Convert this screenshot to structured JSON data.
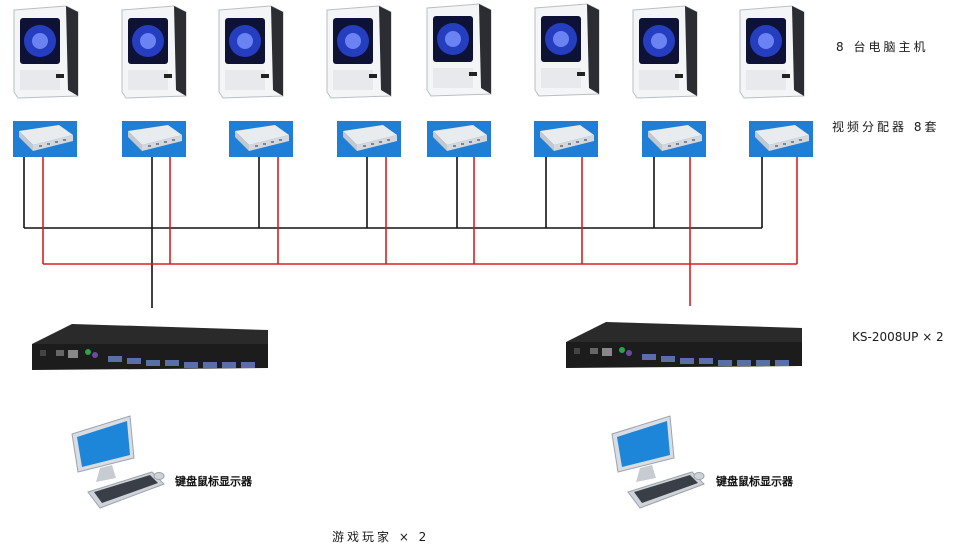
{
  "labels": {
    "computers": "8 台电脑主机",
    "splitters": "视频分配器 8套",
    "kvm": "KS-2008UP ×  2",
    "station_left": "键盘鼠标显示器",
    "station_right": "键盘鼠标显示器",
    "players": "游戏玩家 ×  2"
  },
  "counts": {
    "computers": 8,
    "splitters": 8,
    "kvm_switches": 2,
    "stations": 2
  },
  "colors": {
    "wire_black": "#111111",
    "wire_red": "#d81e1e",
    "splitter_blue": "#1f7fd6",
    "pc_glow": "#2a46d8",
    "kvm_body": "#1c1c1c",
    "monitor_screen": "#1d86d8"
  },
  "icons": {
    "computer": "pc-tower-icon",
    "splitter": "video-splitter-icon",
    "kvm": "kvm-switch-icon",
    "station": "monitor-keyboard-mouse-icon"
  }
}
